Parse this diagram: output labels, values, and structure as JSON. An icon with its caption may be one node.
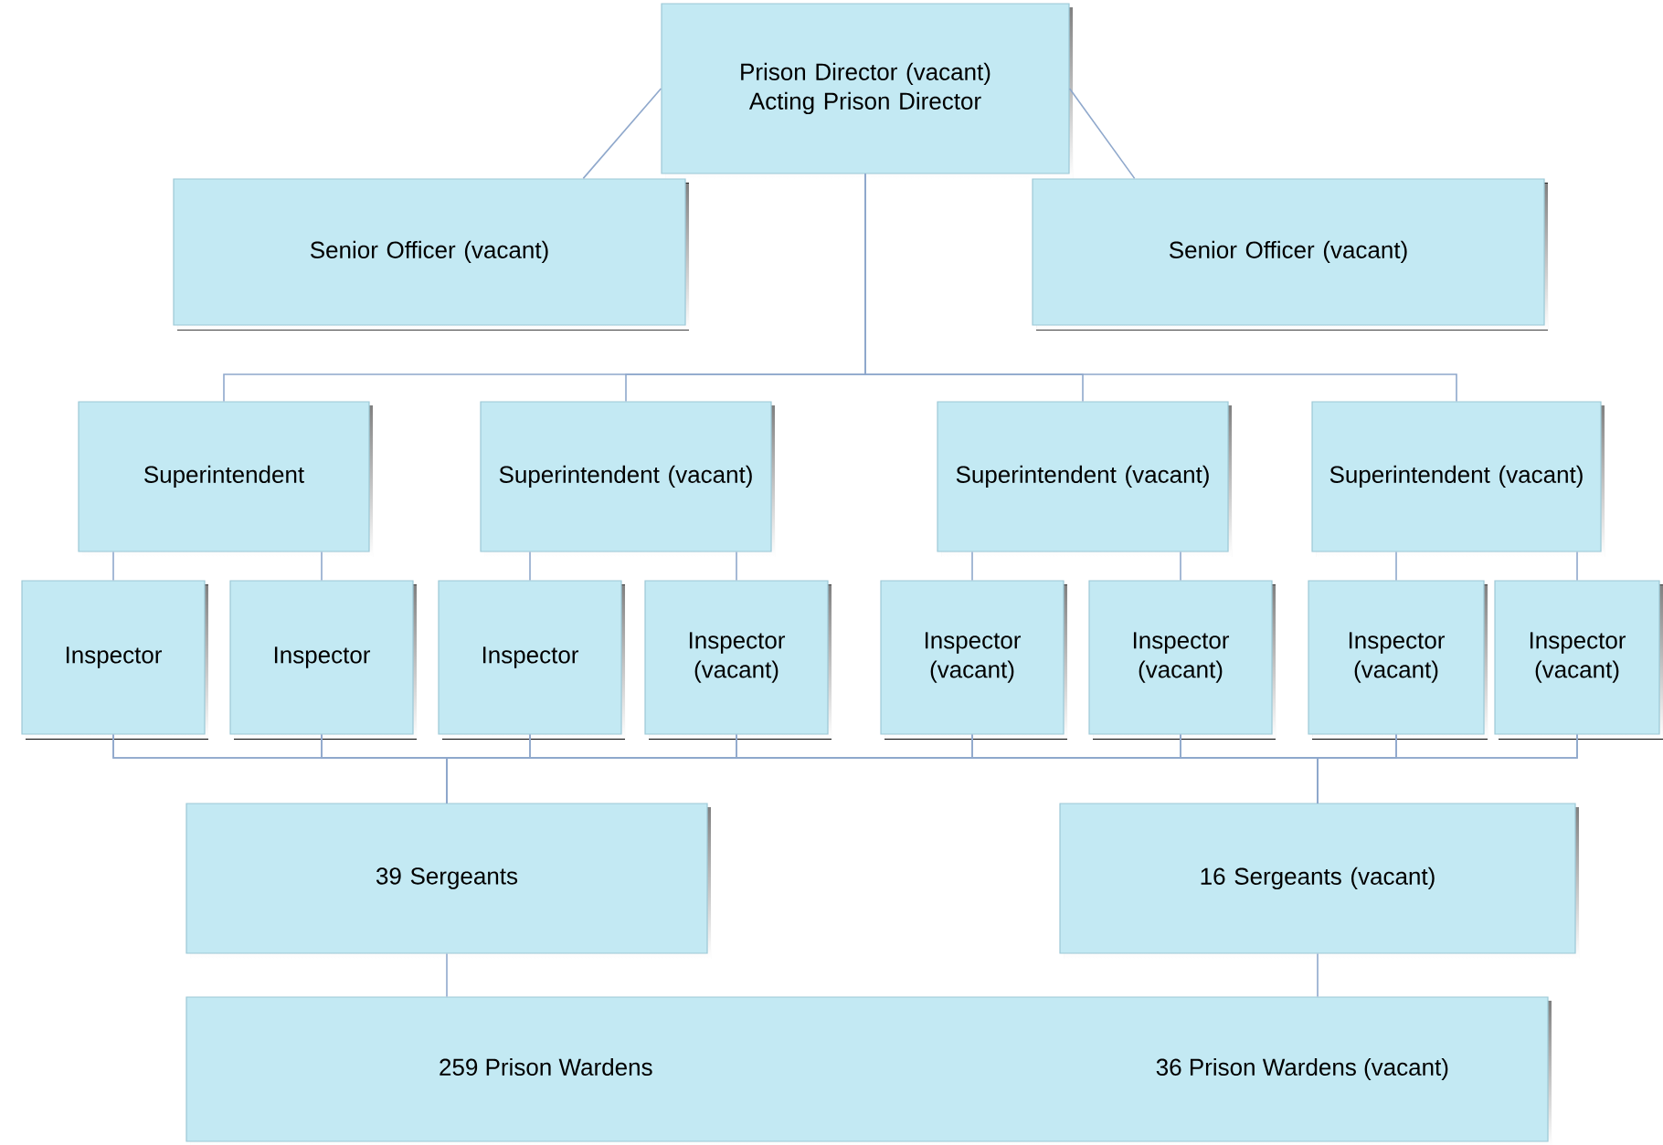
{
  "diagram": {
    "nodes": [
      {
        "text": [
          "Prison Director (vacant)",
          "Acting Prison Director"
        ]
      },
      {
        "text": [
          "Senior Officer (vacant)"
        ]
      },
      {
        "text": [
          "Senior Officer (vacant)"
        ]
      },
      {
        "text": [
          "Superintendent"
        ]
      },
      {
        "text": [
          "Superintendent (vacant)"
        ]
      },
      {
        "text": [
          "Superintendent (vacant)"
        ]
      },
      {
        "text": [
          "Superintendent (vacant)"
        ]
      },
      {
        "text": [
          "Inspector"
        ]
      },
      {
        "text": [
          "Inspector"
        ]
      },
      {
        "text": [
          "Inspector"
        ]
      },
      {
        "text": [
          "Inspector (vacant)"
        ]
      },
      {
        "text": [
          "Inspector (vacant)"
        ]
      },
      {
        "text": [
          "Inspector (vacant)"
        ]
      },
      {
        "text": [
          "Inspector (vacant)"
        ]
      },
      {
        "text": [
          "Inspector (vacant)"
        ]
      },
      {
        "text": [
          "39 Sergeants"
        ]
      },
      {
        "text": [
          "16 Sergeants (vacant)"
        ]
      },
      {
        "text": [
          "259 Prison Wardens",
          "36 Prison Wardens (vacant)"
        ]
      }
    ],
    "edges": [
      {
        "from": 0,
        "to": 1,
        "arrow": "none"
      },
      {
        "from": 0,
        "to": 2,
        "arrow": "none"
      },
      {
        "from": 0,
        "to": 3,
        "arrow": "none"
      },
      {
        "from": 0,
        "to": 4,
        "arrow": "none"
      },
      {
        "from": 0,
        "to": 5,
        "arrow": "none"
      },
      {
        "from": 0,
        "to": 6,
        "arrow": "none"
      },
      {
        "from": 3,
        "to": 7,
        "arrow": "none"
      },
      {
        "from": 3,
        "to": 8,
        "arrow": "none"
      },
      {
        "from": 4,
        "to": 9,
        "arrow": "none"
      },
      {
        "from": 4,
        "to": 10,
        "arrow": "none"
      },
      {
        "from": 5,
        "to": 11,
        "arrow": "none"
      },
      {
        "from": 5,
        "to": 12,
        "arrow": "none"
      },
      {
        "from": 6,
        "to": 13,
        "arrow": "none"
      },
      {
        "from": 6,
        "to": 14,
        "arrow": "none"
      },
      {
        "from": 7,
        "to": 15,
        "arrow": "none"
      },
      {
        "from": 8,
        "to": 15,
        "arrow": "none"
      },
      {
        "from": 9,
        "to": 15,
        "arrow": "none"
      },
      {
        "from": 10,
        "to": 15,
        "arrow": "none"
      },
      {
        "from": 11,
        "to": 15,
        "arrow": "none"
      },
      {
        "from": 12,
        "to": 15,
        "arrow": "none"
      },
      {
        "from": 13,
        "to": 15,
        "arrow": "none"
      },
      {
        "from": 14,
        "to": 15,
        "arrow": "none"
      },
      {
        "from": 7,
        "to": 16,
        "arrow": "none"
      },
      {
        "from": 8,
        "to": 16,
        "arrow": "none"
      },
      {
        "from": 9,
        "to": 16,
        "arrow": "none"
      },
      {
        "from": 10,
        "to": 16,
        "arrow": "none"
      },
      {
        "from": 11,
        "to": 16,
        "arrow": "none"
      },
      {
        "from": 12,
        "to": 16,
        "arrow": "none"
      },
      {
        "from": 13,
        "to": 16,
        "arrow": "none"
      },
      {
        "from": 14,
        "to": 16,
        "arrow": "none"
      },
      {
        "from": 15,
        "to": 17,
        "arrow": "none"
      },
      {
        "from": 16,
        "to": 17,
        "arrow": "none"
      }
    ]
  }
}
